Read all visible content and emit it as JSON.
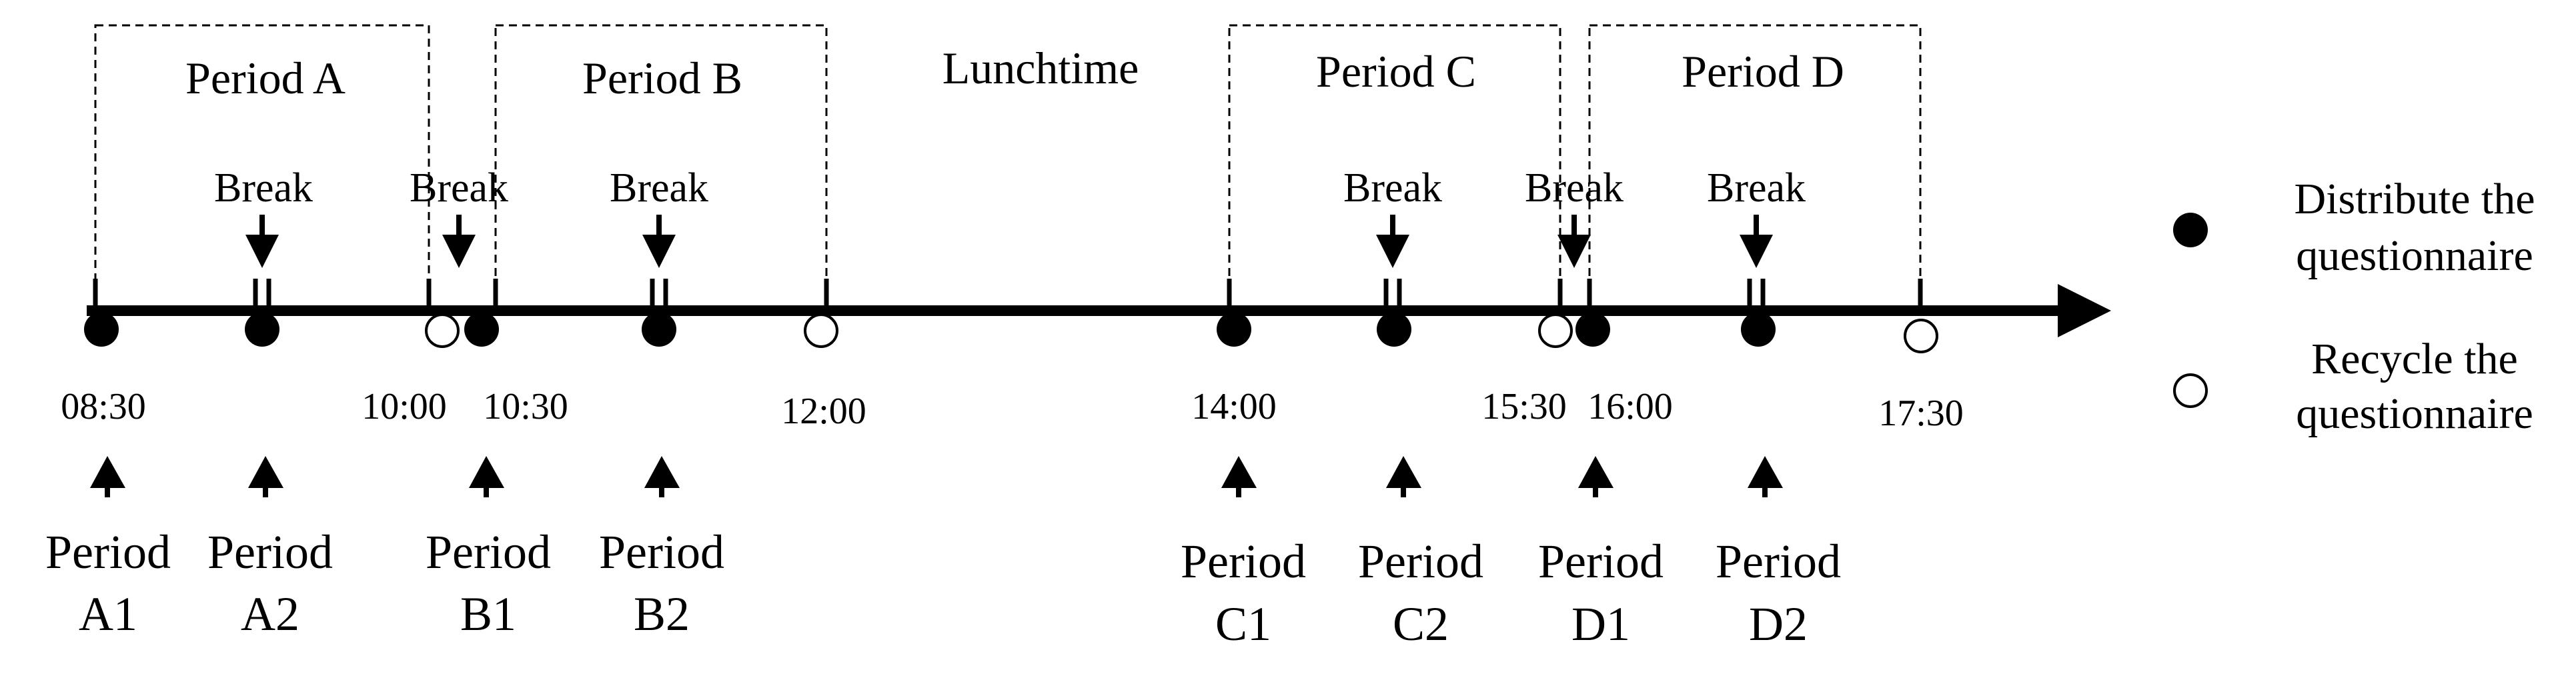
{
  "periods": [
    {
      "id": "A",
      "label": "Period A"
    },
    {
      "id": "B",
      "label": "Period B"
    },
    {
      "id": "C",
      "label": "Period C"
    },
    {
      "id": "D",
      "label": "Period D"
    }
  ],
  "lunchtime": "Lunchtime",
  "break_label": "Break",
  "times": [
    "08:30",
    "10:00",
    "10:30",
    "12:00",
    "14:00",
    "15:30",
    "16:00",
    "17:30"
  ],
  "sub_periods": [
    {
      "line1": "Period",
      "line2": "A1"
    },
    {
      "line1": "Period",
      "line2": "A2"
    },
    {
      "line1": "Period",
      "line2": "B1"
    },
    {
      "line1": "Period",
      "line2": "B2"
    },
    {
      "line1": "Period",
      "line2": "C1"
    },
    {
      "line1": "Period",
      "line2": "C2"
    },
    {
      "line1": "Period",
      "line2": "D1"
    },
    {
      "line1": "Period",
      "line2": "D2"
    }
  ],
  "legend": {
    "distribute": {
      "line1": "Distribute the",
      "line2": "questionnaire"
    },
    "recycle": {
      "line1": "Recycle the",
      "line2": "questionnaire"
    }
  }
}
